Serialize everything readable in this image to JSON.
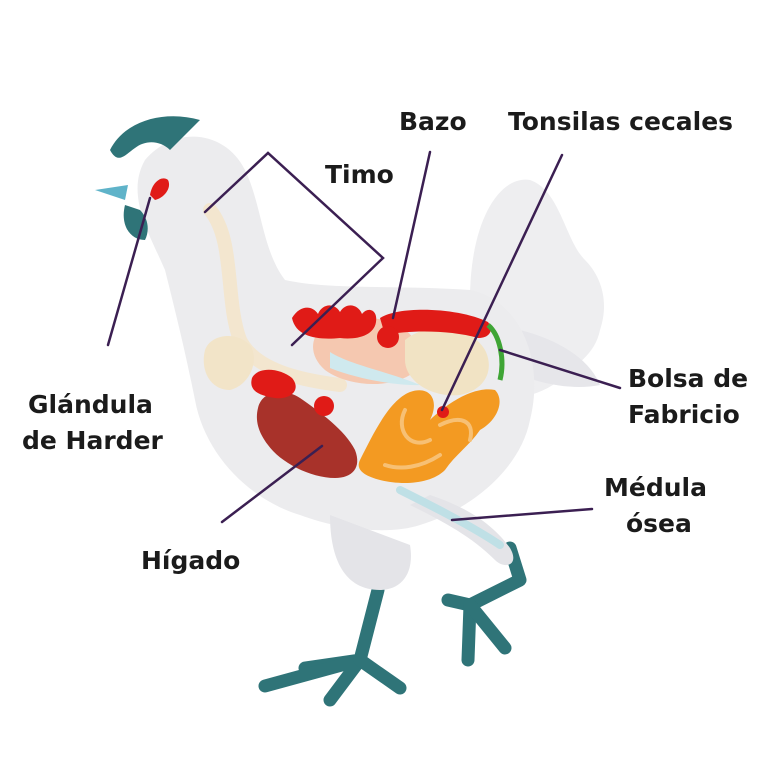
{
  "labels": {
    "timo": "Timo",
    "bazo": "Bazo",
    "tonsilas_cecales": "Tonsilas cecales",
    "bolsa_de_fabricio": [
      "Bolsa de",
      "Fabricio"
    ],
    "glandula_de_harder": [
      "Glándula",
      "de Harder"
    ],
    "higado": "Hígado",
    "medula_osea": [
      "Médula",
      "ósea"
    ]
  },
  "colors": {
    "leader_line": "#3b1f52",
    "body": "#ececee",
    "comb": "#2f7478",
    "legs": "#2f7478",
    "beak": "#5fb3c9",
    "thymus_spleen": "#e01b17",
    "liver": "#a8322a",
    "intestine": "#f39a22",
    "bursa": "#3fa535",
    "lung": "#f5c8b0",
    "bone_marrow": "#bfe0e6"
  }
}
